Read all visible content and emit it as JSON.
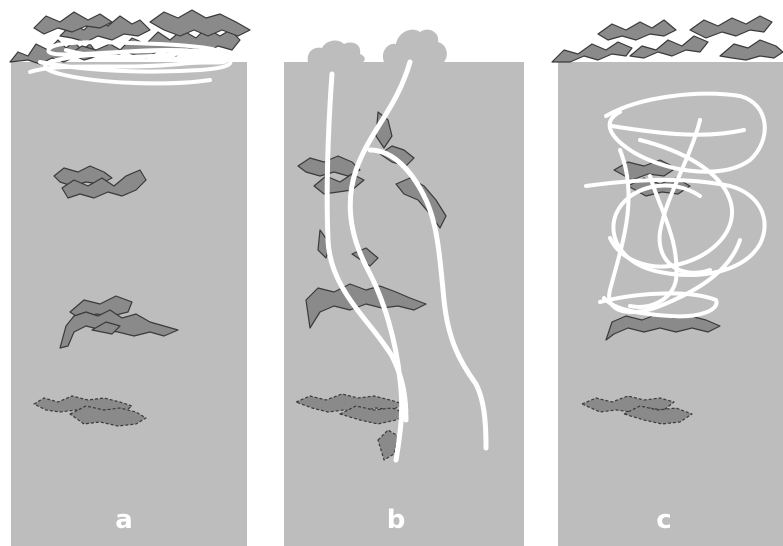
{
  "panels": [
    {
      "label": "a"
    },
    {
      "label": "b"
    },
    {
      "label": "c"
    }
  ],
  "colors": {
    "background": "#ffffff",
    "soil": "#bdbdbd",
    "residue_fill": "#8a8a8a",
    "residue_stroke": "#3a3a3a",
    "root": "#ffffff"
  }
}
